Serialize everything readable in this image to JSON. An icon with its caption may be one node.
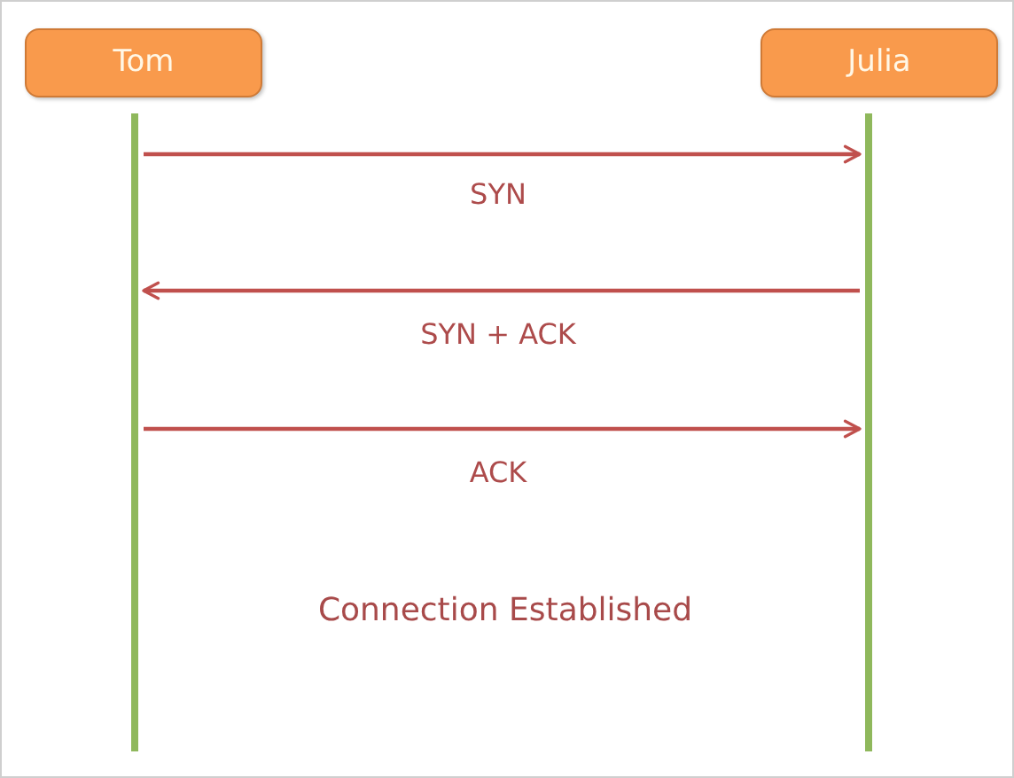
{
  "diagram": {
    "nodes": [
      {
        "text": [
          "Tom"
        ]
      },
      {
        "text": [
          "Julia"
        ]
      },
      {
        "text": [],
        "shape": "bar"
      },
      {
        "text": [],
        "shape": "bar"
      }
    ],
    "edges": [
      {
        "from": 2,
        "to": 3,
        "arrow": "to",
        "label": "SYN"
      },
      {
        "from": 3,
        "to": 2,
        "arrow": "to",
        "label": "SYN + ACK"
      },
      {
        "from": 2,
        "to": 3,
        "arrow": "to",
        "label": "ACK"
      }
    ],
    "labels": [
      "Connection Established"
    ]
  }
}
